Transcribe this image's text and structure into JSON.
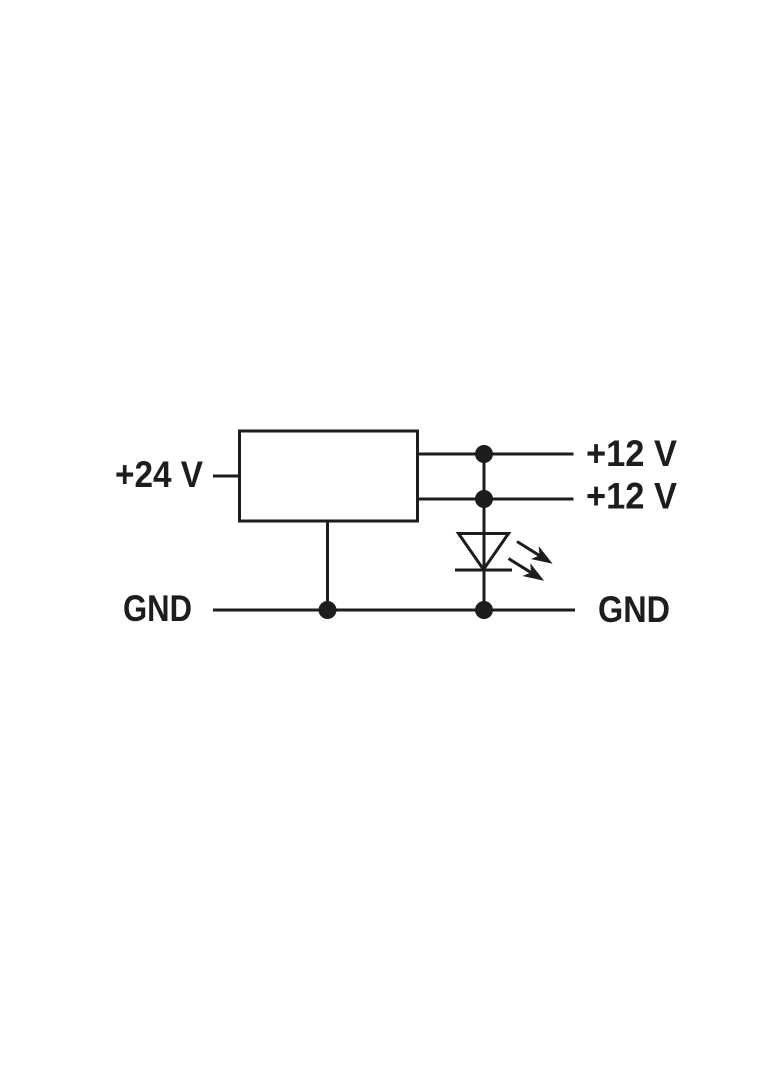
{
  "diagram": {
    "kind": "wiring-schematic",
    "labels": {
      "input_voltage": "+24 V",
      "output_voltage_1": "+12 V",
      "output_voltage_2": "+12 V",
      "ground_left": "GND",
      "ground_right": "GND"
    },
    "components": {
      "converter_box": "voltage-converter-box",
      "led": "led-indicator-icon",
      "junction_dot_count": 4,
      "emission_arrow_count": 2
    },
    "colors": {
      "ink": "#1d1d1b",
      "background": "#ffffff"
    }
  }
}
